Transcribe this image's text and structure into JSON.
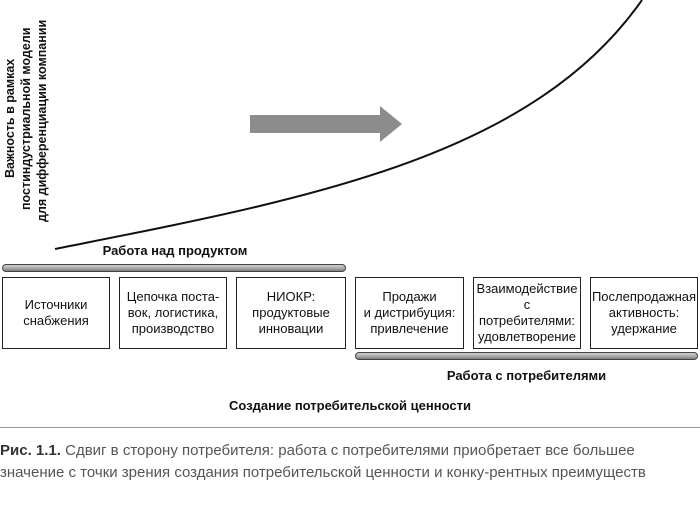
{
  "diagram": {
    "y_axis_label_lines": [
      "Важность в рамках",
      "постиндустриальной модели",
      "для дифференциации компании"
    ],
    "product_band_label": "Работа над продуктом",
    "customer_band_label": "Работа с потребителями",
    "bottom_label": "Создание потребительской ценности",
    "stages": [
      {
        "label": "Источники\nснабжения"
      },
      {
        "label": "Цепочка поста-\nвок, логистика,\nпроизводство"
      },
      {
        "label": "НИОКР:\nпродуктовые\nинновации"
      },
      {
        "label": "Продажи\nи дистрибуция:\nпривлечение"
      },
      {
        "label": "Взаимодействие\nс потребителями:\nудовлетворение"
      },
      {
        "label": "Послепродажная\nактивность:\nудержание"
      }
    ],
    "arrow_color": "#8c8c8c",
    "bar_color": "#a6a6a6"
  },
  "caption": {
    "number": "Рис. 1.1.",
    "text": "Сдвиг в сторону потребителя: работа с потребителями приобретает все большее значение с точки зрения создания потребительской ценности и конку-рентных преимуществ"
  }
}
